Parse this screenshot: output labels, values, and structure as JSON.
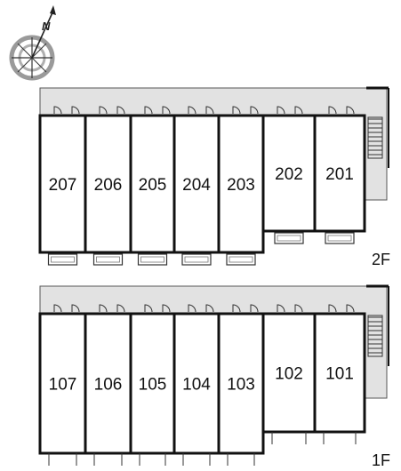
{
  "compass": {
    "icon": "compass-rose-icon",
    "north_label": "N"
  },
  "floors": [
    {
      "floor_label": "2F",
      "units": [
        {
          "label": "207",
          "has_balcony": true
        },
        {
          "label": "206",
          "has_balcony": true
        },
        {
          "label": "205",
          "has_balcony": true
        },
        {
          "label": "204",
          "has_balcony": true
        },
        {
          "label": "203",
          "has_balcony": true
        },
        {
          "label": "202",
          "has_balcony": true
        },
        {
          "label": "201",
          "has_balcony": true
        }
      ]
    },
    {
      "floor_label": "1F",
      "units": [
        {
          "label": "107",
          "has_balcony": false
        },
        {
          "label": "106",
          "has_balcony": false
        },
        {
          "label": "105",
          "has_balcony": false
        },
        {
          "label": "104",
          "has_balcony": false
        },
        {
          "label": "103",
          "has_balcony": false
        },
        {
          "label": "102",
          "has_balcony": false
        },
        {
          "label": "101",
          "has_balcony": false
        }
      ]
    }
  ],
  "colors": {
    "corridor": "#e2e2e2",
    "wall": "#111111",
    "line": "#555555"
  }
}
